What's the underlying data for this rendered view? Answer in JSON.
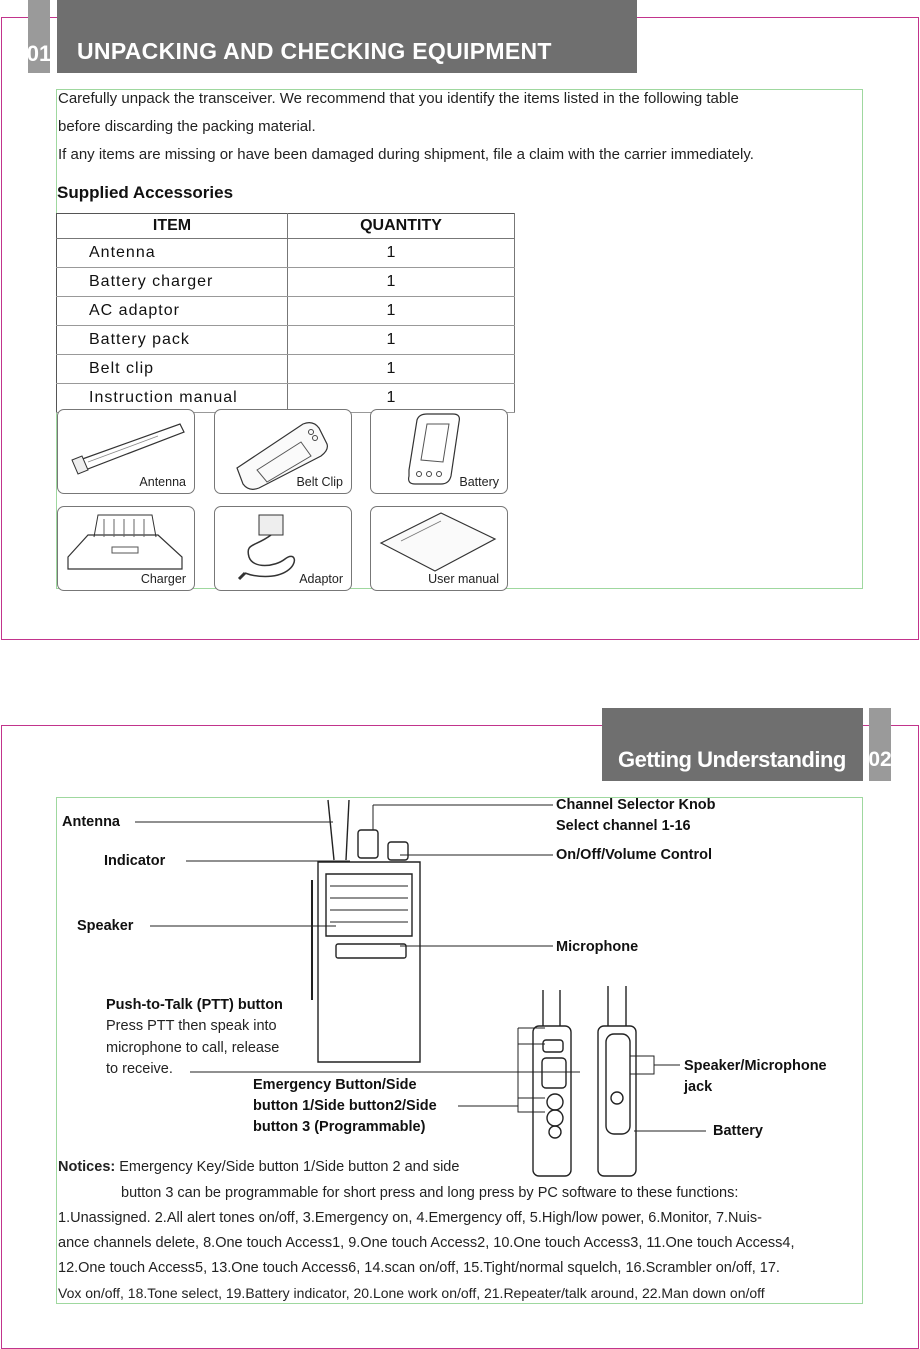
{
  "page1": {
    "section_number": "01",
    "section_title": "UNPACKING AND CHECKING EQUIPMENT",
    "intro_lines": [
      "Carefully unpack the transceiver. We recommend that you identify the items listed in the following table",
      "before discarding the packing material.",
      "If any items are missing or have been damaged during shipment, file a claim with the carrier immediately."
    ],
    "accessories_heading": "Supplied Accessories",
    "table": {
      "headers": [
        "ITEM",
        "QUANTITY"
      ],
      "rows": [
        [
          "Antenna",
          "1"
        ],
        [
          "Battery charger",
          "1"
        ],
        [
          "AC adaptor",
          "1"
        ],
        [
          "Battery pack",
          "1"
        ],
        [
          "Belt clip",
          "1"
        ],
        [
          "Instruction manual",
          "1"
        ]
      ]
    },
    "photos": [
      "Antenna",
      "Belt Clip",
      "Battery",
      "Charger",
      "Adaptor",
      "User manual"
    ]
  },
  "page2": {
    "section_number": "02",
    "section_title": "Getting Understanding",
    "callouts": {
      "antenna": "Antenna",
      "indicator": "Indicator",
      "speaker": "Speaker",
      "channel_knob_1": "Channel Selector Knob",
      "channel_knob_2": "Select channel 1-16",
      "volume": "On/Off/Volume Control",
      "microphone": "Microphone",
      "ptt_title": "Push-to-Talk (PTT) button",
      "ptt_desc": [
        "Press  PTT then speak into",
        "microphone to call, release",
        "to receive."
      ],
      "emergency": [
        "Emergency Button/Side",
        "button 1/Side button2/Side",
        "button 3 (Programmable)"
      ],
      "jack": [
        "Speaker/Microphone",
        "jack"
      ],
      "battery": "Battery"
    },
    "notices": {
      "label": "Notices:",
      "line1": " Emergency Key/Side button 1/Side button 2 and side",
      "line2": "button 3 can be programmable for short press and long press by PC software to these functions:",
      "line3": "1.Unassigned.   2.All alert  tones on/off,   3.Emergency on,   4.Emergency off,   5.High/low power,   6.Monitor,    7.Nuis-",
      "line4": "ance channels delete,   8.One touch Access1,   9.One touch Access2,   10.One touch Access3,   11.One touch Access4,",
      "line5": "12.One touch Access5,   13.One touch Access6,   14.scan on/off,   15.Tight/normal squelch,   16.Scrambler on/off,  17.",
      "line6": "Vox on/off,   18.Tone select,   19.Battery indicator,   20.Lone work on/off,   21.Repeater/talk around,   22.Man down on/off"
    }
  }
}
